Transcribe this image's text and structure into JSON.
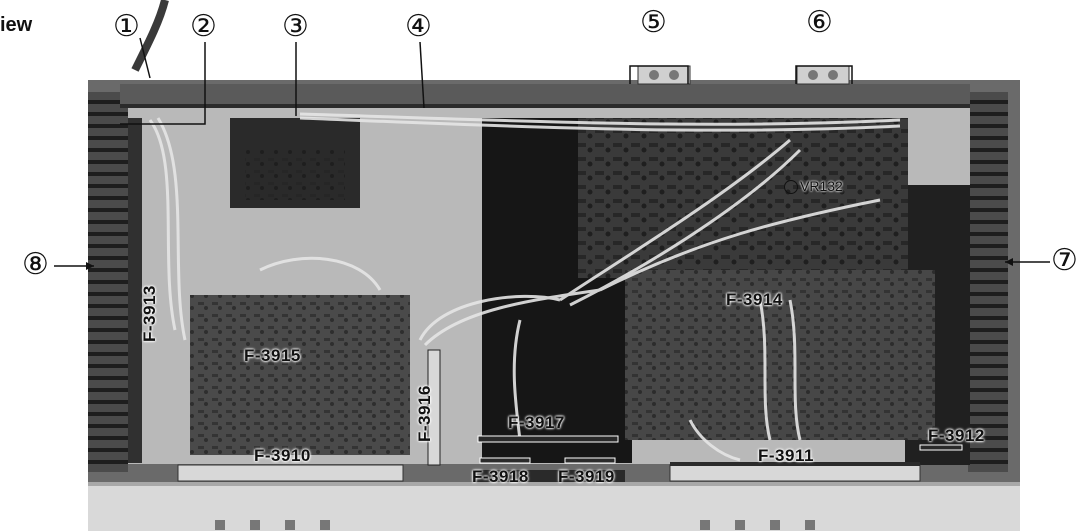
{
  "heading_fragment": "iew",
  "callouts": [
    "①",
    "②",
    "③",
    "④",
    "⑤",
    "⑥",
    "⑦",
    "⑧"
  ],
  "boards": {
    "f3910": "F-3910",
    "f3911": "F-3911",
    "f3912": "F-3912",
    "f3913": "F-3913",
    "f3914": "F-3914",
    "f3915": "F-3915",
    "f3916": "F-3916",
    "f3917": "F-3917",
    "f3918": "F-3918",
    "f3919": "F-3919"
  },
  "trimpot_label": "VR132"
}
